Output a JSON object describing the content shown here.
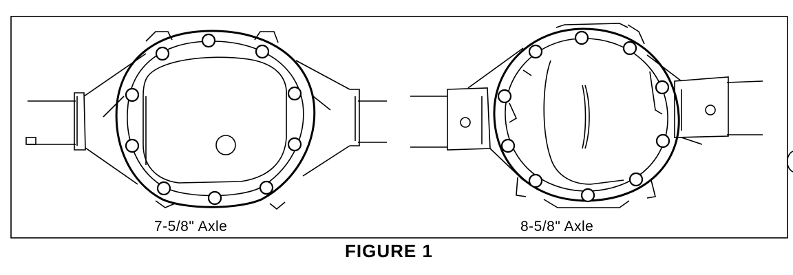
{
  "figure": {
    "title": "FIGURE 1",
    "left_axle_label": "7-5/8\" Axle",
    "right_axle_label": "8-5/8\" Axle"
  },
  "colors": {
    "line": "#000000",
    "background": "#ffffff"
  }
}
